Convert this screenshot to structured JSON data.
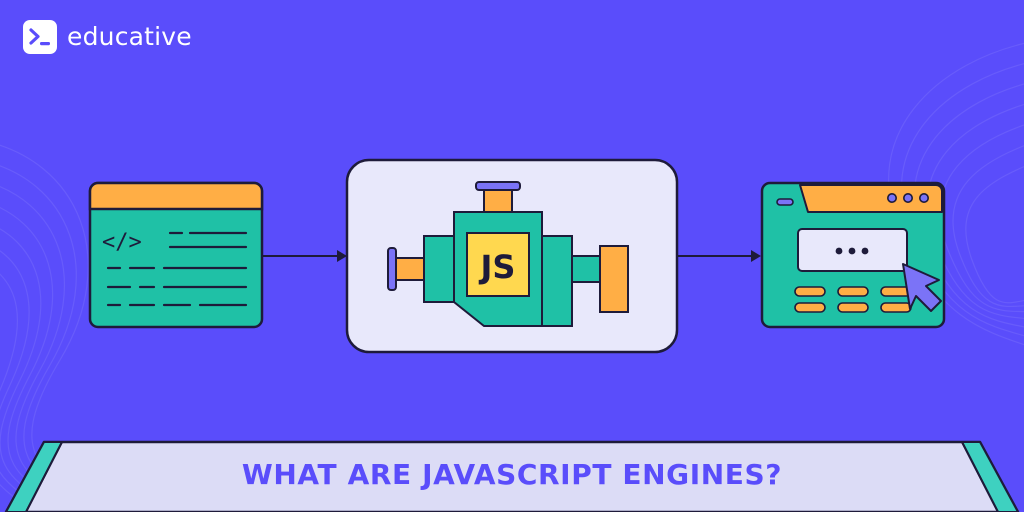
{
  "brand": {
    "name": "educative",
    "logo_icon": "terminal-prompt-icon"
  },
  "diagram": {
    "source_code_window": {
      "code_tag": "</>"
    },
    "engine": {
      "label": "JS"
    },
    "output_window": {
      "input_text": "•••"
    }
  },
  "banner": {
    "title": "WHAT ARE JAVASCRIPT ENGINES?"
  },
  "colors": {
    "background": "#5a4dfb",
    "teal": "#1fc1a6",
    "orange": "#ffae45",
    "yellow": "#ffd84f",
    "outline": "#1e1b3a",
    "panel": "#e8e8fb",
    "banner_fill": "#dcdcf6",
    "banner_edge": "#3ed1c0"
  }
}
